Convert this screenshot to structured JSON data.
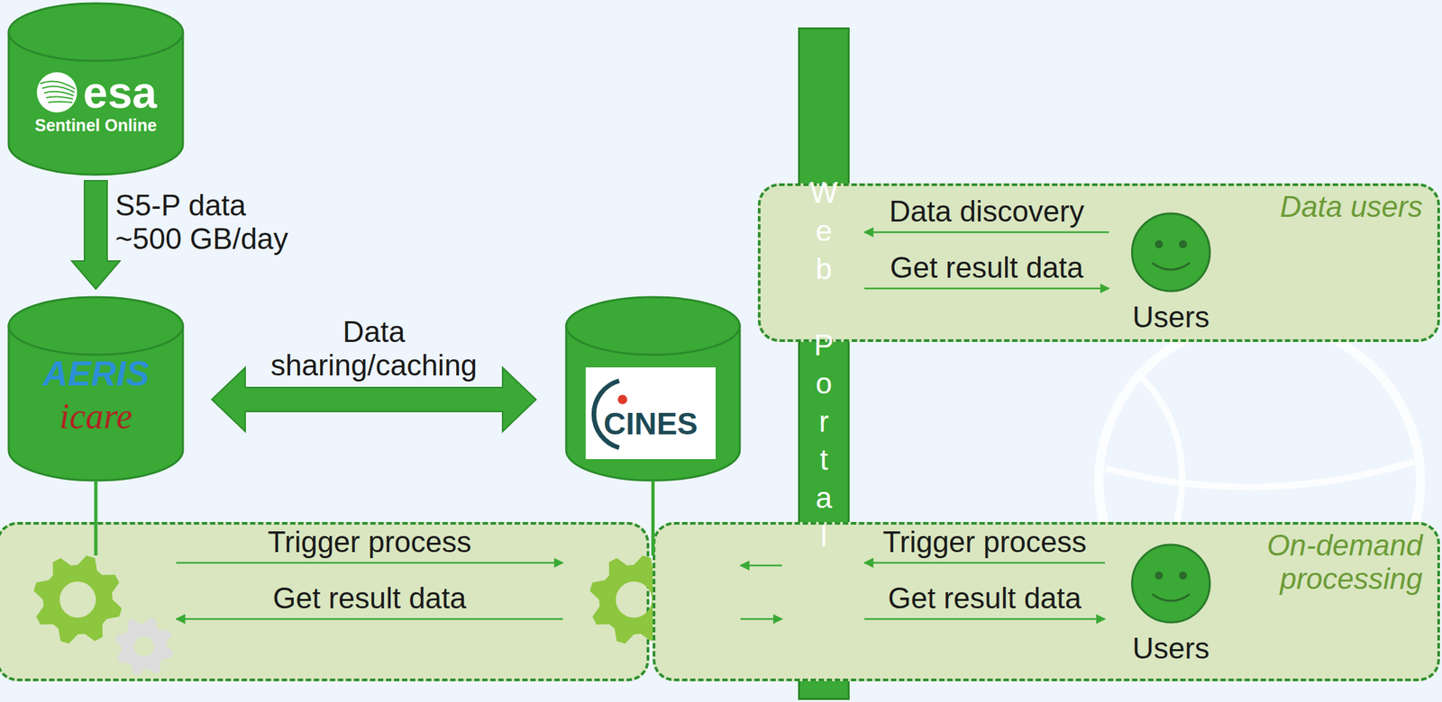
{
  "diagram": {
    "nodes": [
      {
        "text": [
          "esa",
          "Sentinel Online"
        ]
      },
      {
        "text": [
          "AERIS",
          "icare"
        ]
      },
      {
        "text": [
          "CINES"
        ]
      },
      {
        "text": [
          "Web Portal"
        ]
      },
      {
        "text": [
          "Data users"
        ]
      },
      {
        "text": [
          "Users"
        ],
        "in": 4
      },
      {
        "text": []
      },
      {
        "text": [],
        "in": 6
      },
      {
        "text": [],
        "in": 6
      },
      {
        "text": [
          "On-demand processing"
        ]
      },
      {
        "text": [
          "Users"
        ],
        "in": 9
      }
    ],
    "edges": [
      {
        "from": 0,
        "to": 1,
        "arrow": "to",
        "label": "S5-P data ~500 GB/day"
      },
      {
        "from": 1,
        "to": 2,
        "arrow": "both",
        "label": "Data sharing/caching"
      },
      {
        "from": 5,
        "to": 3,
        "arrow": "to",
        "label": "Data discovery"
      },
      {
        "from": 3,
        "to": 5,
        "arrow": "to",
        "label": "Get result data"
      },
      {
        "from": 1,
        "to": 7,
        "arrow": "none"
      },
      {
        "from": 2,
        "to": 8,
        "arrow": "none"
      },
      {
        "from": 7,
        "to": 8,
        "arrow": "to",
        "label": "Trigger process"
      },
      {
        "from": 8,
        "to": 7,
        "arrow": "to",
        "label": "Get result data"
      },
      {
        "from": 10,
        "to": 3,
        "arrow": "to",
        "label": "Trigger process"
      },
      {
        "from": 3,
        "to": 10,
        "arrow": "to",
        "label": "Get result data"
      },
      {
        "from": 3,
        "to": 8,
        "arrow": "to"
      },
      {
        "from": 8,
        "to": 3,
        "arrow": "to"
      }
    ]
  }
}
